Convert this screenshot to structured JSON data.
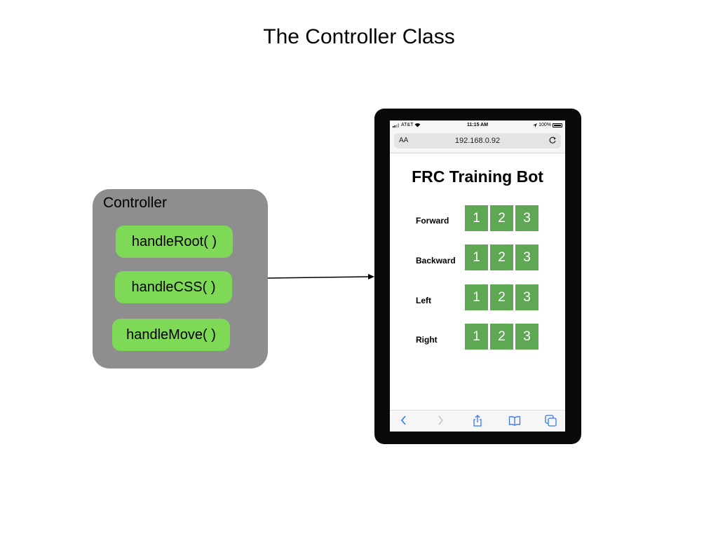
{
  "slide": {
    "title": "The Controller Class"
  },
  "controller": {
    "label": "Controller",
    "methods": [
      "handleRoot( )",
      "handleCSS( )",
      "handleMove( )"
    ]
  },
  "phone": {
    "status": {
      "carrier": "AT&T",
      "time": "11:15 AM",
      "battery": "100%"
    },
    "url_bar": {
      "aa": "AA",
      "address": "192.168.0.92"
    },
    "page": {
      "title": "FRC Training Bot",
      "rows": [
        {
          "label": "Forward",
          "buttons": [
            "1",
            "2",
            "3"
          ]
        },
        {
          "label": "Backward",
          "buttons": [
            "1",
            "2",
            "3"
          ]
        },
        {
          "label": "Left",
          "buttons": [
            "1",
            "2",
            "3"
          ]
        },
        {
          "label": "Right",
          "buttons": [
            "1",
            "2",
            "3"
          ]
        }
      ]
    },
    "toolbar_icons": [
      "back-icon",
      "forward-icon",
      "share-icon",
      "bookmarks-icon",
      "tabs-icon"
    ]
  },
  "colors": {
    "method_fill": "#7ed957",
    "controller_fill": "#8e8e8e",
    "button_fill": "#5ea853"
  }
}
